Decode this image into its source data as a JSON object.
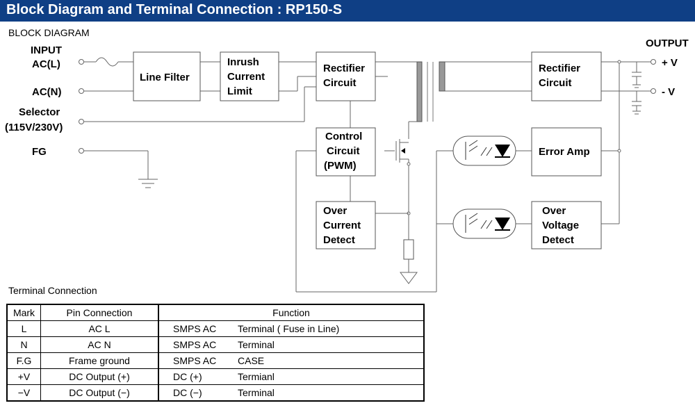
{
  "header": {
    "title": "Block Diagram and Terminal Connection : RP150-S",
    "color": "#0f3f85"
  },
  "block_diagram": {
    "label": "BLOCK DIAGRAM",
    "inputs": {
      "input_line1": "INPUT",
      "input_line2": "AC(L)",
      "acn": "AC(N)",
      "selector_line1": "Selector",
      "selector_line2": "(115V/230V)",
      "fg": "FG"
    },
    "output": {
      "title": "OUTPUT",
      "plus": "+ V",
      "minus": "- V"
    },
    "blocks": {
      "line_filter": "Line Filter",
      "inrush": [
        "Inrush",
        "Current",
        "Limit"
      ],
      "rectifier_primary": [
        "Rectifier",
        "Circuit"
      ],
      "rectifier_secondary": [
        "Rectifier",
        "Circuit"
      ],
      "control": [
        "Control",
        "Circuit",
        "(PWM)"
      ],
      "over_current": [
        "Over",
        "Current",
        "Detect"
      ],
      "error_amp": "Error Amp",
      "over_voltage": [
        "Over",
        "Voltage",
        "Detect"
      ]
    }
  },
  "terminal_connection": {
    "label": "Terminal Connection",
    "headers": [
      "Mark",
      "Pin Connection",
      "Function"
    ],
    "rows": [
      {
        "mark": "L",
        "pin": "AC L",
        "fn_type": "SMPS AC",
        "fn_desc": "Terminal ( Fuse in Line)"
      },
      {
        "mark": "N",
        "pin": "AC N",
        "fn_type": "SMPS AC",
        "fn_desc": "Terminal"
      },
      {
        "mark": "F.G",
        "pin": "Frame ground",
        "fn_type": "SMPS AC",
        "fn_desc": "CASE"
      },
      {
        "mark": "+V",
        "pin": "DC Output (+)",
        "fn_type": "DC (+)",
        "fn_desc": "Termianl"
      },
      {
        "mark": "−V",
        "pin": "DC Output (−)",
        "fn_type": "DC (−)",
        "fn_desc": "Terminal"
      }
    ]
  }
}
